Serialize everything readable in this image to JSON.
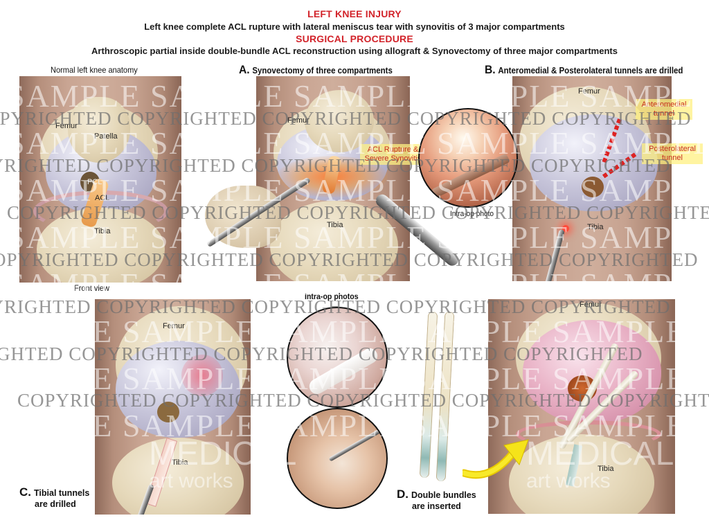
{
  "header": {
    "title_injury": "LEFT KNEE INJURY",
    "injury_description": "Left knee complete ACL rupture with lateral meniscus tear with synovitis of 3 major compartments",
    "title_procedure": "SURGICAL PROCEDURE",
    "procedure_description": "Arthroscopic partial inside double-bundle ACL reconstruction using allograft & Synovectomy of three major compartments"
  },
  "panels": {
    "normal": {
      "caption": "Normal left knee anatomy",
      "footer": "Front view",
      "labels": {
        "femur": "Femur",
        "patella": "Patella",
        "pcl": "PCL",
        "acl": "ACL",
        "tibia": "Tibia"
      }
    },
    "a": {
      "letter": "A.",
      "caption": "Synovectomy of three compartments",
      "labels": {
        "femur": "Femur",
        "tibia": "Tibia"
      },
      "callout": {
        "line1": "ACL Rupture &",
        "line2": "Severe Synovitis"
      }
    },
    "b": {
      "letter": "B.",
      "caption": "Anteromedial & Posterolateral tunnels are drilled",
      "labels": {
        "femur": "Femur",
        "tibia": "Tibia"
      },
      "photo_caption": "Intra-op photo",
      "callout_am": {
        "line1": "Anteromedial",
        "line2": "tunnel"
      },
      "callout_pl": {
        "line1": "Posterolateral",
        "line2": "tunnel"
      }
    },
    "c": {
      "letter": "C.",
      "caption_line1": "Tibial tunnels",
      "caption_line2": "are drilled",
      "labels": {
        "femur": "Femur",
        "tibia": "Tibia"
      }
    },
    "photos": {
      "caption": "Intra-op photos"
    },
    "d": {
      "letter": "D.",
      "caption_line1": "Double bundles",
      "caption_line2": "are inserted"
    },
    "e": {
      "labels": {
        "femur": "Femur",
        "tibia": "Tibia"
      }
    }
  },
  "watermark": {
    "sample_text": "SAMPLE SAMPLE SAMPLE SAMPLE SAMPLE SAMPLE SAMPLE",
    "copyright_text": "COPYRIGHTED  COPYRIGHTED  COPYRIGHTED  COPYRIGHTED  COPYRIGHTED",
    "logo_main": "MEDICAL",
    "logo_sub": "art works"
  },
  "colors": {
    "header_red": "#d2232a",
    "callout_bg": "#fff082",
    "callout_text": "#c62b1f",
    "arrow_yellow": "#f5e31a"
  }
}
